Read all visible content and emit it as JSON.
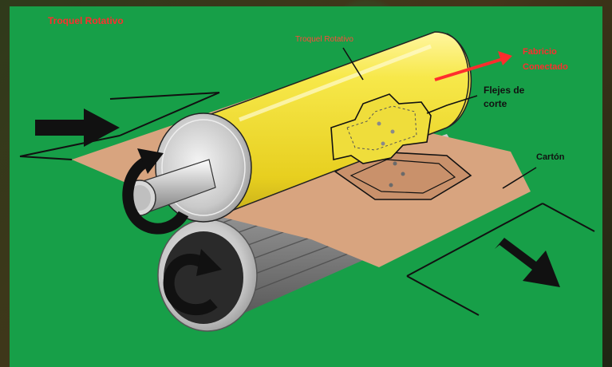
{
  "diagram": {
    "title": "Troquel Rotativo",
    "labels": {
      "die": "Troquel Rotativo",
      "finished_fabric_line1": "Fabricio",
      "finished_fabric_line2": "Conectado",
      "blades_line1": "Flejes de",
      "blades_line2": "corte",
      "cardboard": "Cartón"
    }
  },
  "colors": {
    "background": "#179f48",
    "die_roller": "#f4e63b",
    "cardboard": "#d8a47f",
    "anvil_roller": "#9a9a9a",
    "arrow": "#111111",
    "accent_red": "#ff2d2d"
  },
  "icons": [
    "feed-arrow-icon",
    "rotate-counterclockwise-icon",
    "rotate-clockwise-icon",
    "exit-arrow-icon"
  ]
}
